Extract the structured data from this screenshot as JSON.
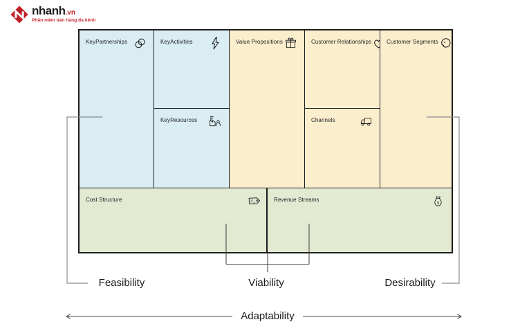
{
  "logo": {
    "brand": "nhanh",
    "tld": ".vn",
    "tagline": "Phần mềm bán hàng đa kênh",
    "red": "#c8232c"
  },
  "canvas": {
    "blocks": {
      "key_partnerships": {
        "label": "KeyPartnerships",
        "icon": "partnership-rings-icon"
      },
      "key_activities": {
        "label": "KeyActivities",
        "icon": "lightning-bolt-icon"
      },
      "key_resources": {
        "label": "KeyResources",
        "icon": "factory-worker-icon"
      },
      "value_propositions": {
        "label": "Value Propositions",
        "icon": "gift-icon"
      },
      "customer_relationships": {
        "label": "Customer Relationships",
        "icon": "heart-icon"
      },
      "channels": {
        "label": "Channels",
        "icon": "delivery-truck-icon"
      },
      "customer_segments": {
        "label": "Customer Segments",
        "icon": "person-face-icon"
      },
      "cost_structure": {
        "label": "Cost Structure",
        "icon": "price-tag-icon"
      },
      "revenue_streams": {
        "label": "Revenue Streams",
        "icon": "money-bag-icon"
      }
    },
    "colors": {
      "left_blocks": "#d9edf2",
      "right_blocks": "#fbeecd",
      "bottom_blocks": "#e2ead2",
      "border": "#1c1c1c"
    }
  },
  "axis_labels": {
    "feasibility": "Feasibility",
    "viability": "Viability",
    "desirability": "Desirability",
    "adaptability": "Adaptability"
  }
}
